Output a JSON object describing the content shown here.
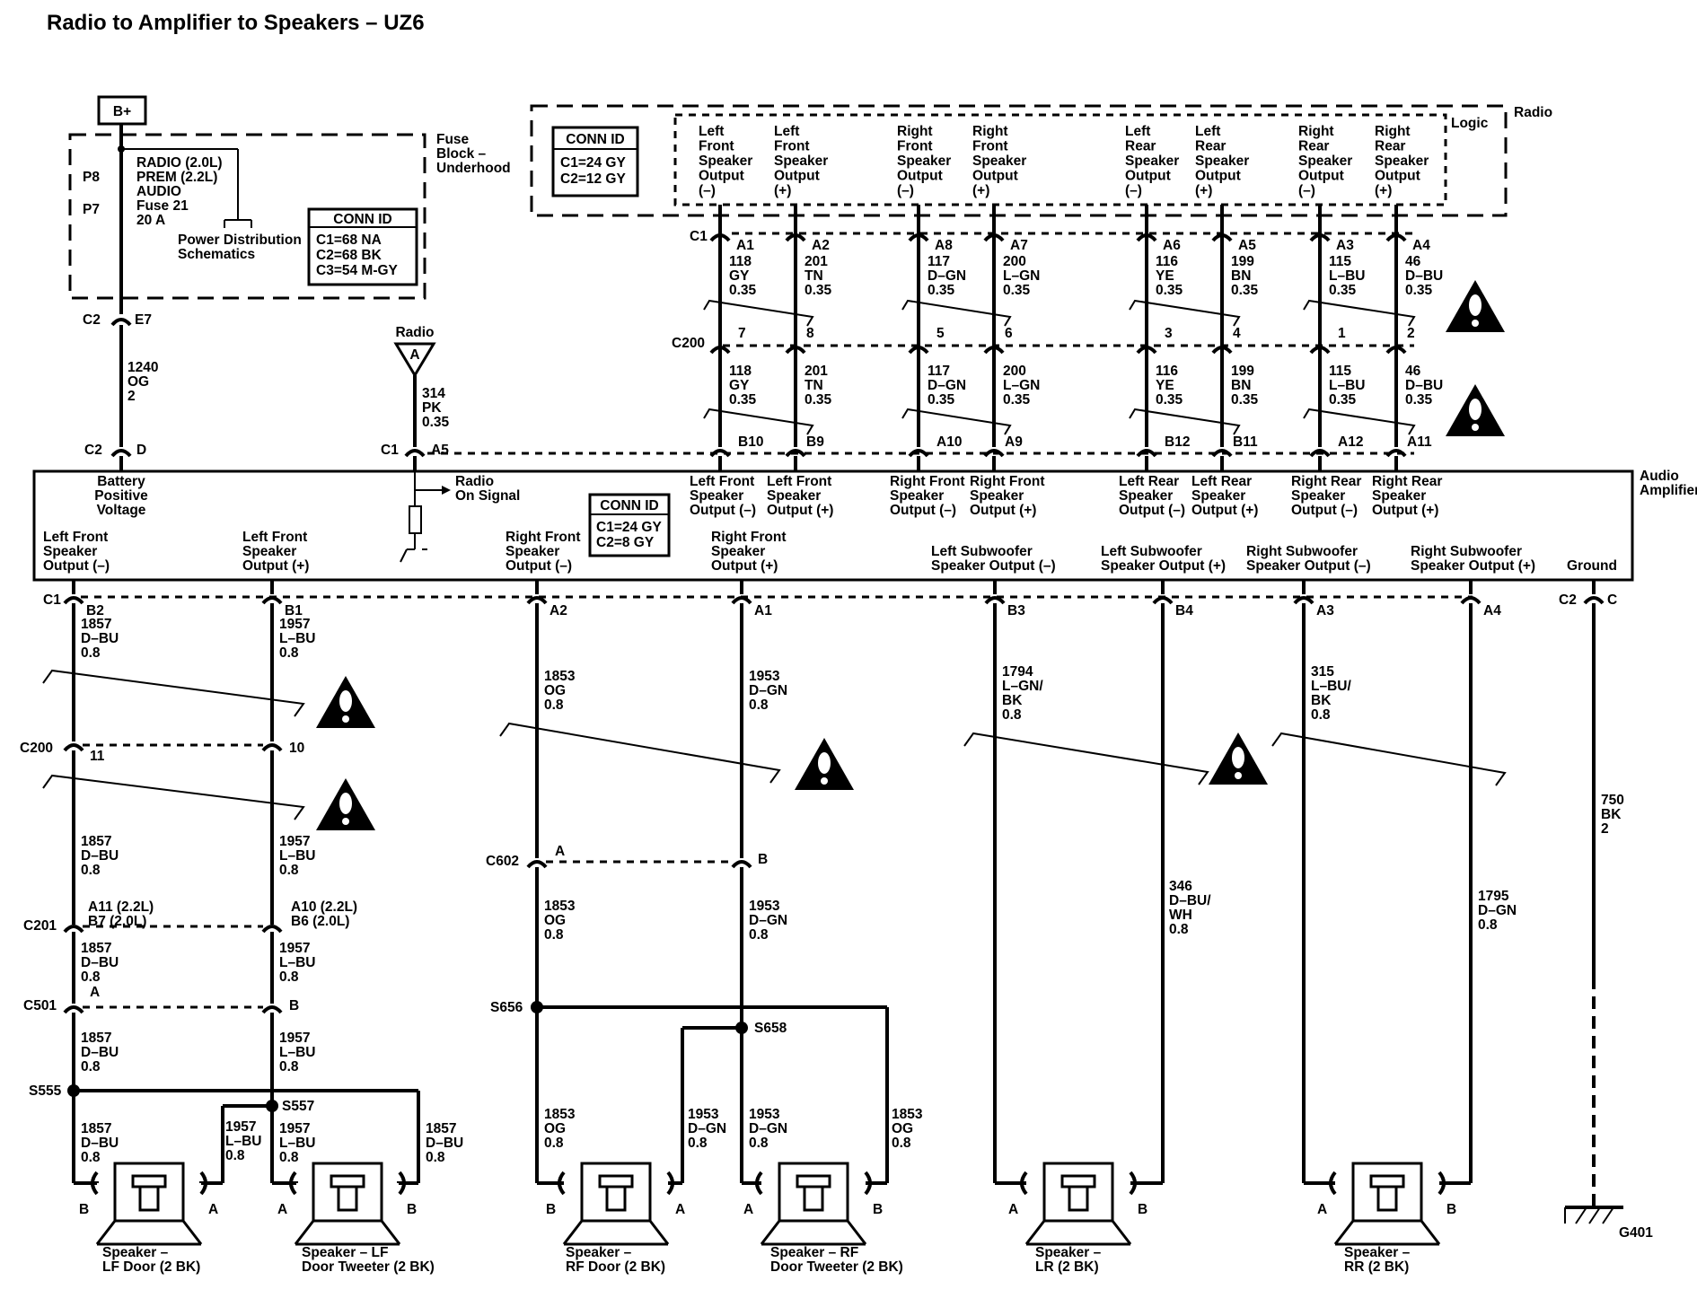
{
  "title": "Radio to Amplifier to Speakers – UZ6",
  "fuse_block": {
    "bplus": "B+",
    "label": [
      "Fuse",
      "Block –",
      "Underhood"
    ],
    "fuse_lines": [
      "RADIO (2.0L)",
      "PREM (2.2L)",
      "AUDIO",
      "Fuse 21",
      "20 A"
    ],
    "pins": [
      "P8",
      "P7"
    ],
    "pds": [
      "Power Distribution",
      "Schematics"
    ],
    "conn_id": {
      "title": "CONN ID",
      "lines": [
        "C1=68 NA",
        "C2=68 BK",
        "C3=54 M-GY"
      ]
    },
    "out_conn": {
      "conn": "C2",
      "pin": "E7"
    }
  },
  "radio": {
    "label": "Radio",
    "logic": "Logic",
    "conn_id": {
      "title": "CONN ID",
      "lines": [
        "C1=24 GY",
        "C2=12 GY"
      ]
    },
    "outputs": [
      [
        "Left",
        "Front",
        "Speaker",
        "Output",
        "(–)"
      ],
      [
        "Left",
        "Front",
        "Speaker",
        "Output",
        "(+)"
      ],
      [
        "Right",
        "Front",
        "Speaker",
        "Output",
        "(–)"
      ],
      [
        "Right",
        "Front",
        "Speaker",
        "Output",
        "(+)"
      ],
      [
        "Left",
        "Rear",
        "Speaker",
        "Output",
        "(–)"
      ],
      [
        "Left",
        "Rear",
        "Speaker",
        "Output",
        "(+)"
      ],
      [
        "Right",
        "Rear",
        "Speaker",
        "Output",
        "(–)"
      ],
      [
        "Right",
        "Rear",
        "Speaker",
        "Output",
        "(+)"
      ]
    ],
    "c1_pins": [
      "A1",
      "A2",
      "A8",
      "A7",
      "A6",
      "A5",
      "A3",
      "A4"
    ],
    "wires_top": [
      [
        "118",
        "GY",
        "0.35"
      ],
      [
        "201",
        "TN",
        "0.35"
      ],
      [
        "117",
        "D–GN",
        "0.35"
      ],
      [
        "200",
        "L–GN",
        "0.35"
      ],
      [
        "116",
        "YE",
        "0.35"
      ],
      [
        "199",
        "BN",
        "0.35"
      ],
      [
        "115",
        "L–BU",
        "0.35"
      ],
      [
        "46",
        "D–BU",
        "0.35"
      ]
    ],
    "c200_pins": [
      "7",
      "8",
      "5",
      "6",
      "3",
      "4",
      "1",
      "2"
    ],
    "c1_label": "C1",
    "c200_label": "C200"
  },
  "radio_on_signal": {
    "label": "Radio",
    "letter": "A",
    "wire": [
      "314",
      "PK",
      "0.35"
    ],
    "conn": "C1",
    "pin": "A5",
    "amp_label": [
      "Radio",
      "On Signal"
    ]
  },
  "battery_wire": {
    "wire": [
      "1240",
      "OG",
      "2"
    ],
    "conn": "C2",
    "pin": "D",
    "amp_label": [
      "Battery",
      "Positive",
      "Voltage"
    ]
  },
  "amplifier": {
    "label": [
      "Audio",
      "Amplifier"
    ],
    "conn_id": {
      "title": "CONN ID",
      "lines": [
        "C1=24 GY",
        "C2=8 GY"
      ]
    },
    "top_pins": [
      "B10",
      "B9",
      "A10",
      "A9",
      "B12",
      "B11",
      "A12",
      "A11"
    ],
    "top_labels": [
      [
        "Left Front",
        "Speaker",
        "Output (–)"
      ],
      [
        "Left Front",
        "Speaker",
        "Output (+)"
      ],
      [
        "Right Front",
        "Speaker",
        "Output (–)"
      ],
      [
        "Right Front",
        "Speaker",
        "Output (+)"
      ],
      [
        "Left Rear",
        "Speaker",
        "Output (–)"
      ],
      [
        "Left Rear",
        "Speaker",
        "Output (+)"
      ],
      [
        "Right Rear",
        "Speaker",
        "Output (–)"
      ],
      [
        "Right Rear",
        "Speaker",
        "Output (+)"
      ]
    ],
    "bottom_labels": [
      [
        "Left Front",
        "Speaker",
        "Output (–)"
      ],
      [
        "Left Front",
        "Speaker",
        "Output (+)"
      ],
      [
        "Right Front",
        "Speaker",
        "Output (–)"
      ],
      [
        "Right Front",
        "Speaker",
        "Output (+)"
      ],
      [
        "Left Subwoofer",
        "Speaker Output (–)"
      ],
      [
        "Left Subwoofer",
        "Speaker Output (+)"
      ],
      [
        "Right Subwoofer",
        "Speaker Output (–)"
      ],
      [
        "Right Subwoofer",
        "Speaker Output (+)"
      ],
      [
        "Ground"
      ]
    ],
    "bottom_pins": [
      "B2",
      "B1",
      "A2",
      "A1",
      "B3",
      "B4",
      "A3",
      "A4"
    ],
    "c1_label": "C1",
    "ground_conn": {
      "conn": "C2",
      "pin": "C"
    }
  },
  "lf": {
    "w1": [
      "1857",
      "D–BU",
      "0.8"
    ],
    "w2": [
      "1957",
      "L–BU",
      "0.8"
    ],
    "c200": {
      "label": "C200",
      "pins": [
        "11",
        "10"
      ]
    },
    "w3": [
      "1857",
      "D–BU",
      "0.8"
    ],
    "w4": [
      "1957",
      "L–BU",
      "0.8"
    ],
    "c201_pins": [
      [
        "A11 (2.2L)",
        "B7 (2.0L)"
      ],
      [
        "A10 (2.2L)",
        "B6 (2.0L)"
      ]
    ],
    "c201_label": "C201",
    "w5": [
      "1857",
      "D–BU",
      "0.8"
    ],
    "w6": [
      "1957",
      "L–BU",
      "0.8"
    ],
    "c501": {
      "label": "C501",
      "pins": [
        "A",
        "B"
      ]
    },
    "w7": [
      "1857",
      "D–BU",
      "0.8"
    ],
    "w8": [
      "1957",
      "L–BU",
      "0.8"
    ],
    "s555": "S555",
    "s557": "S557",
    "w9": [
      "1857",
      "D–BU",
      "0.8"
    ],
    "w10": [
      "1957",
      "L–BU",
      "0.8"
    ],
    "w11": [
      "1957",
      "L–BU",
      "0.8"
    ],
    "w12": [
      "1857",
      "D–BU",
      "0.8"
    ],
    "spk1": {
      "pins": [
        "B",
        "A"
      ],
      "label": [
        "Speaker –",
        "LF Door (2 BK)"
      ]
    },
    "spk2": {
      "pins": [
        "A",
        "B"
      ],
      "label": [
        "Speaker – LF",
        "Door Tweeter (2 BK)"
      ]
    }
  },
  "rf": {
    "w1": [
      "1853",
      "OG",
      "0.8"
    ],
    "w2": [
      "1953",
      "D–GN",
      "0.8"
    ],
    "c602": {
      "label": "C602",
      "pins": [
        "A",
        "B"
      ]
    },
    "w3": [
      "1853",
      "OG",
      "0.8"
    ],
    "w4": [
      "1953",
      "D–GN",
      "0.8"
    ],
    "s656": "S656",
    "s658": "S658",
    "w5": [
      "1853",
      "OG",
      "0.8"
    ],
    "w6": [
      "1953",
      "D–GN",
      "0.8"
    ],
    "w7": [
      "1953",
      "D–GN",
      "0.8"
    ],
    "w8": [
      "1853",
      "OG",
      "0.8"
    ],
    "spk1": {
      "pins": [
        "B",
        "A"
      ],
      "label": [
        "Speaker –",
        "RF Door (2 BK)"
      ]
    },
    "spk2": {
      "pins": [
        "A",
        "B"
      ],
      "label": [
        "Speaker – RF",
        "Door Tweeter (2 BK)"
      ]
    }
  },
  "lr": {
    "w1": [
      "1794",
      "L–GN/",
      "BK",
      "0.8"
    ],
    "w2": [
      "346",
      "D–BU/",
      "WH",
      "0.8"
    ],
    "spk": {
      "pins": [
        "A",
        "B"
      ],
      "label": [
        "Speaker –",
        "LR (2 BK)"
      ]
    }
  },
  "rr": {
    "w1": [
      "315",
      "L–BU/",
      "BK",
      "0.8"
    ],
    "w2": [
      "1795",
      "D–GN",
      "0.8"
    ],
    "spk": {
      "pins": [
        "A",
        "B"
      ],
      "label": [
        "Speaker –",
        "RR (2 BK)"
      ]
    }
  },
  "ground": {
    "wire": [
      "750",
      "BK",
      "2"
    ],
    "label": "G401"
  }
}
